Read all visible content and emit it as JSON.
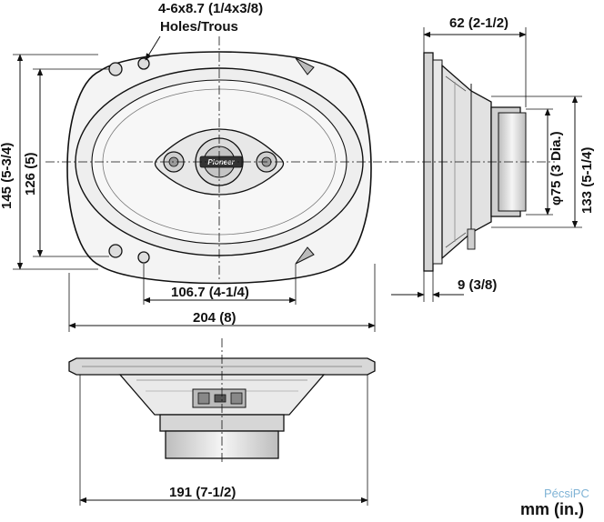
{
  "labels": {
    "holes_spec": "4-6x8.7 (1/4x3/8)",
    "holes_word": "Holes/Trous",
    "height_outer": "145 (5-3/4)",
    "height_inner": "126 (5)",
    "width_holes": "106.7 (4-1/4)",
    "width_outer": "204 (8)",
    "depth": "62 (2-1/2)",
    "magnet_dia": "φ75 (3 Dia.)",
    "side_height": "133 (5-1/4)",
    "flange": "9 (3/8)",
    "bottom_width": "191 (7-1/2)",
    "units": "mm (in.)",
    "brand": "Pioneer",
    "watermark": "PécsiPC"
  },
  "colors": {
    "line": "#111111",
    "fill_light": "#f2f2f2",
    "fill_mid": "#d9d9d9",
    "fill_dark": "#8a8a8a",
    "watermark": "#7fb3d5"
  }
}
